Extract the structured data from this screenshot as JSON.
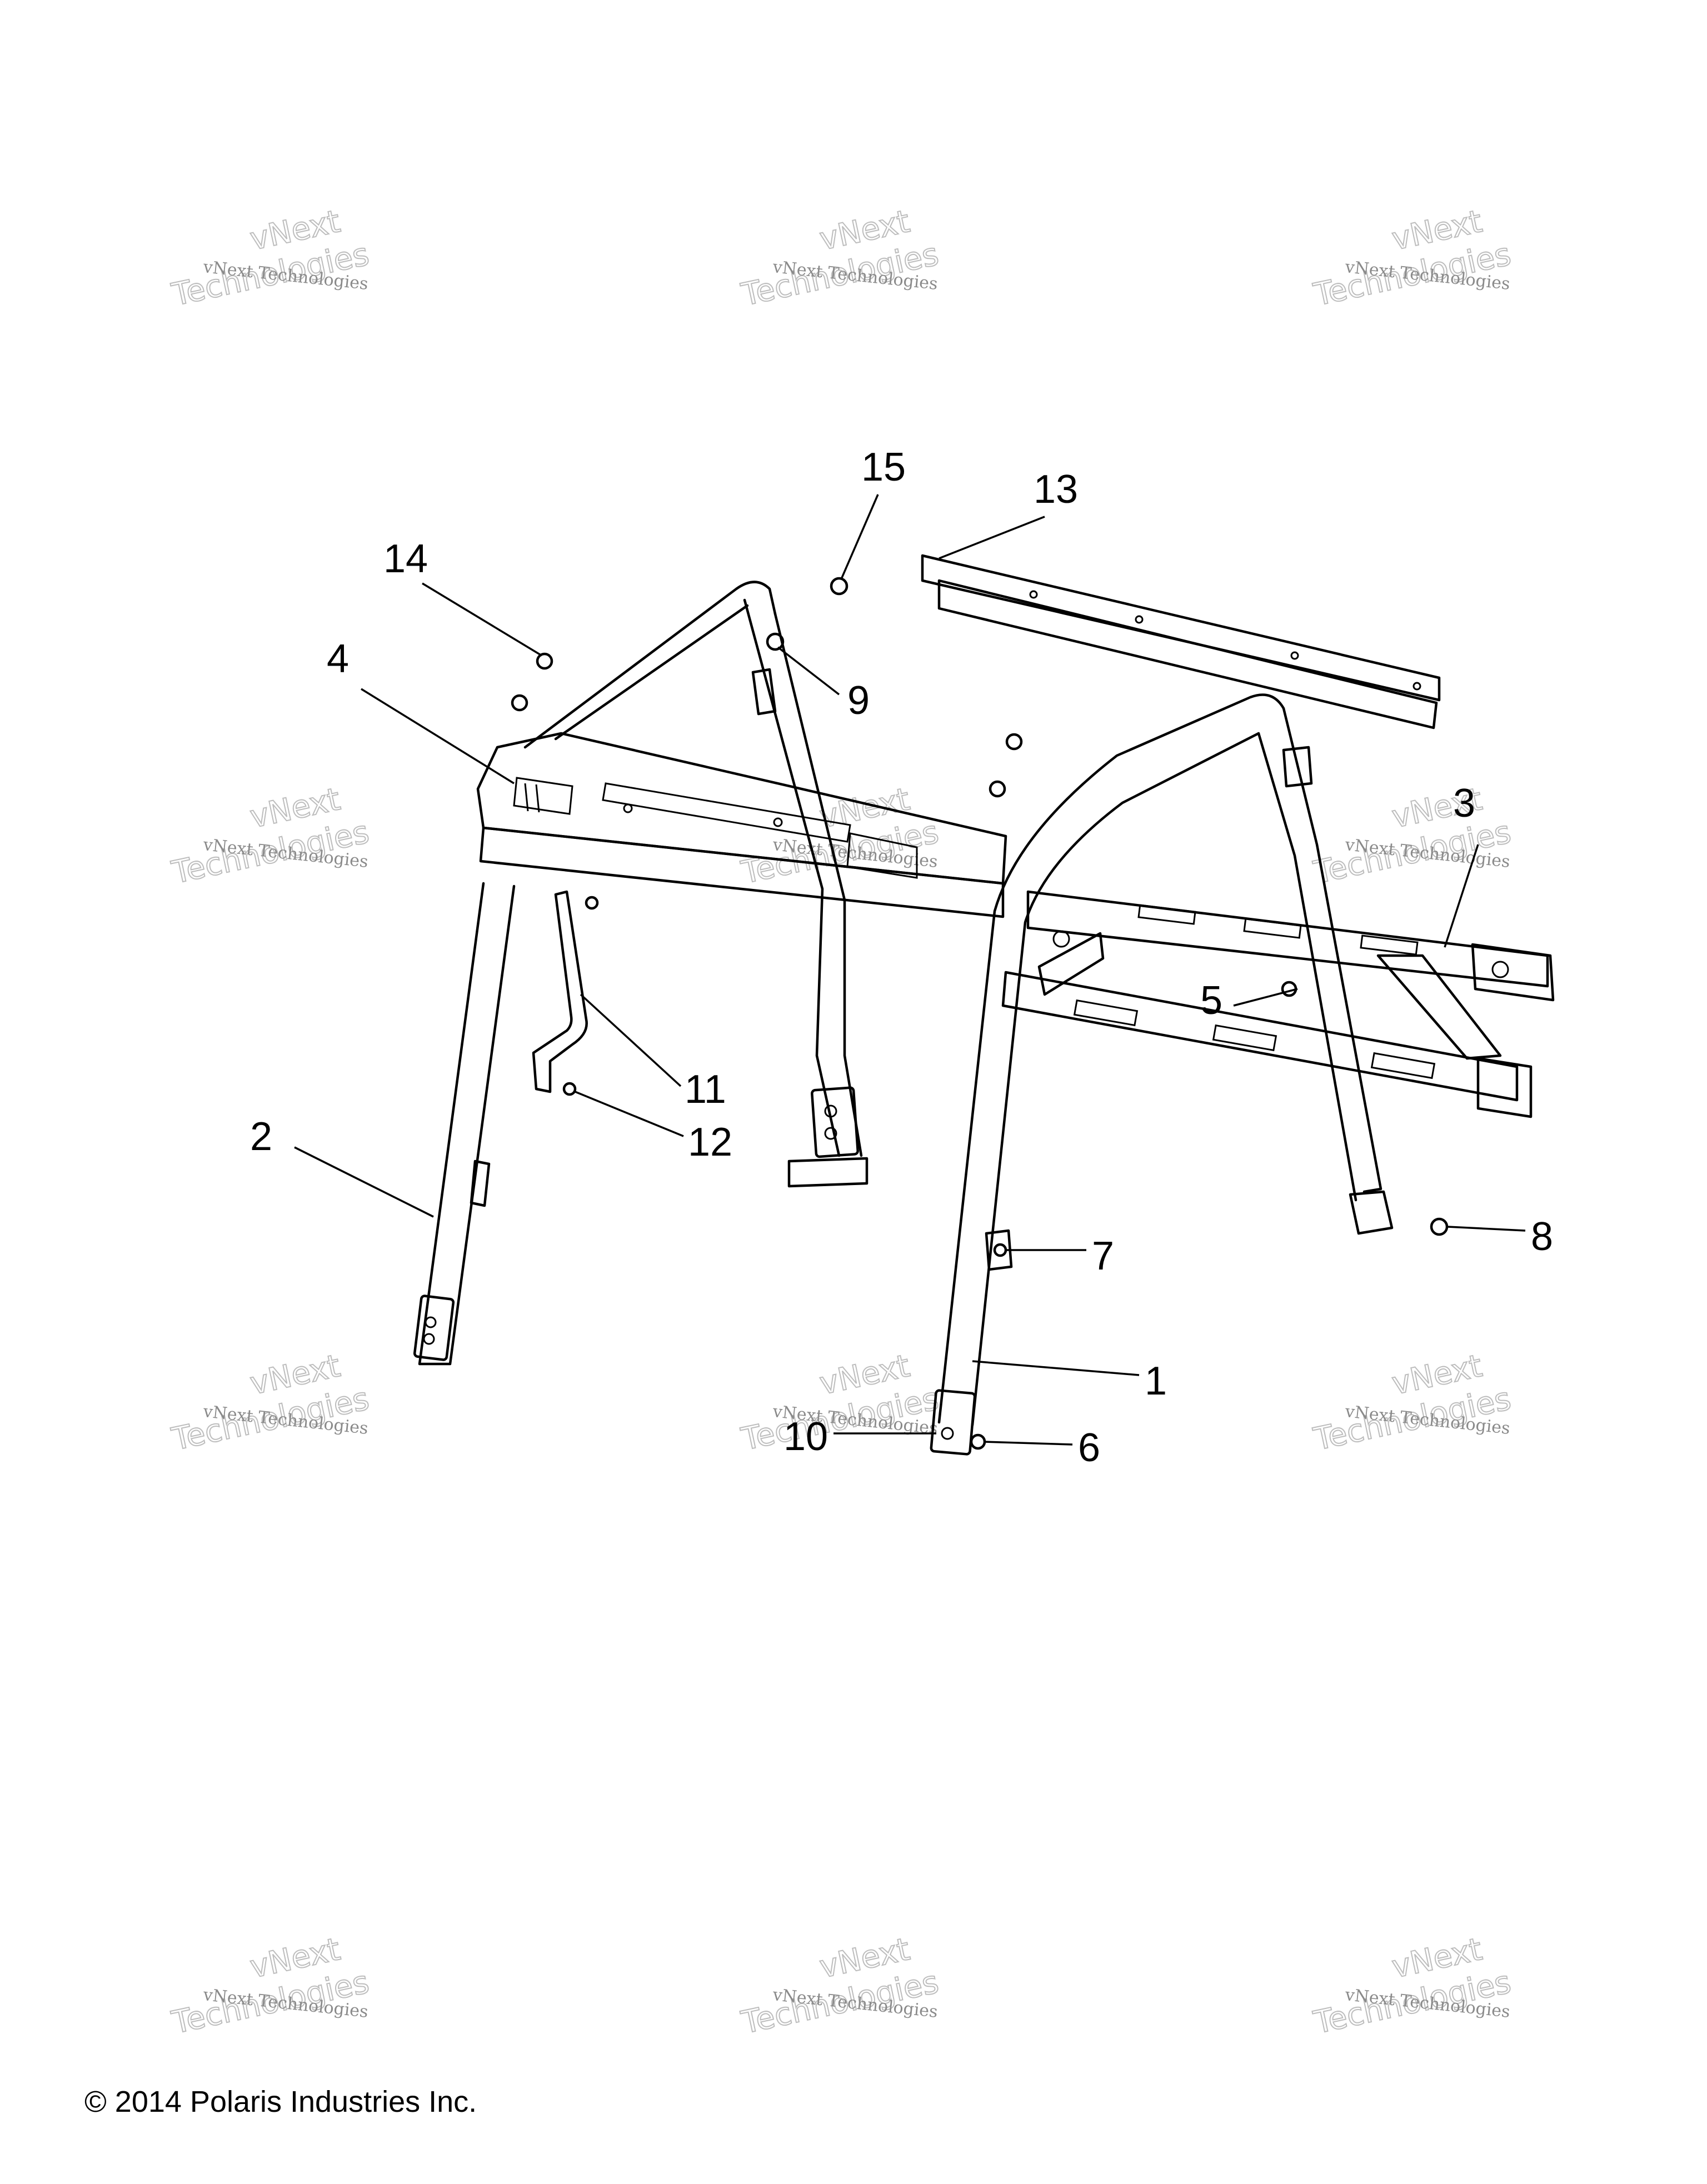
{
  "callouts": [
    "1",
    "2",
    "3",
    "4",
    "5",
    "6",
    "7",
    "8",
    "9",
    "10",
    "11",
    "12",
    "13",
    "14",
    "15"
  ],
  "watermark": {
    "line1": "vNext Technologies",
    "line2": "vNext",
    "line3": "Technologies"
  },
  "copyright": "© 2014 Polaris Industries Inc."
}
